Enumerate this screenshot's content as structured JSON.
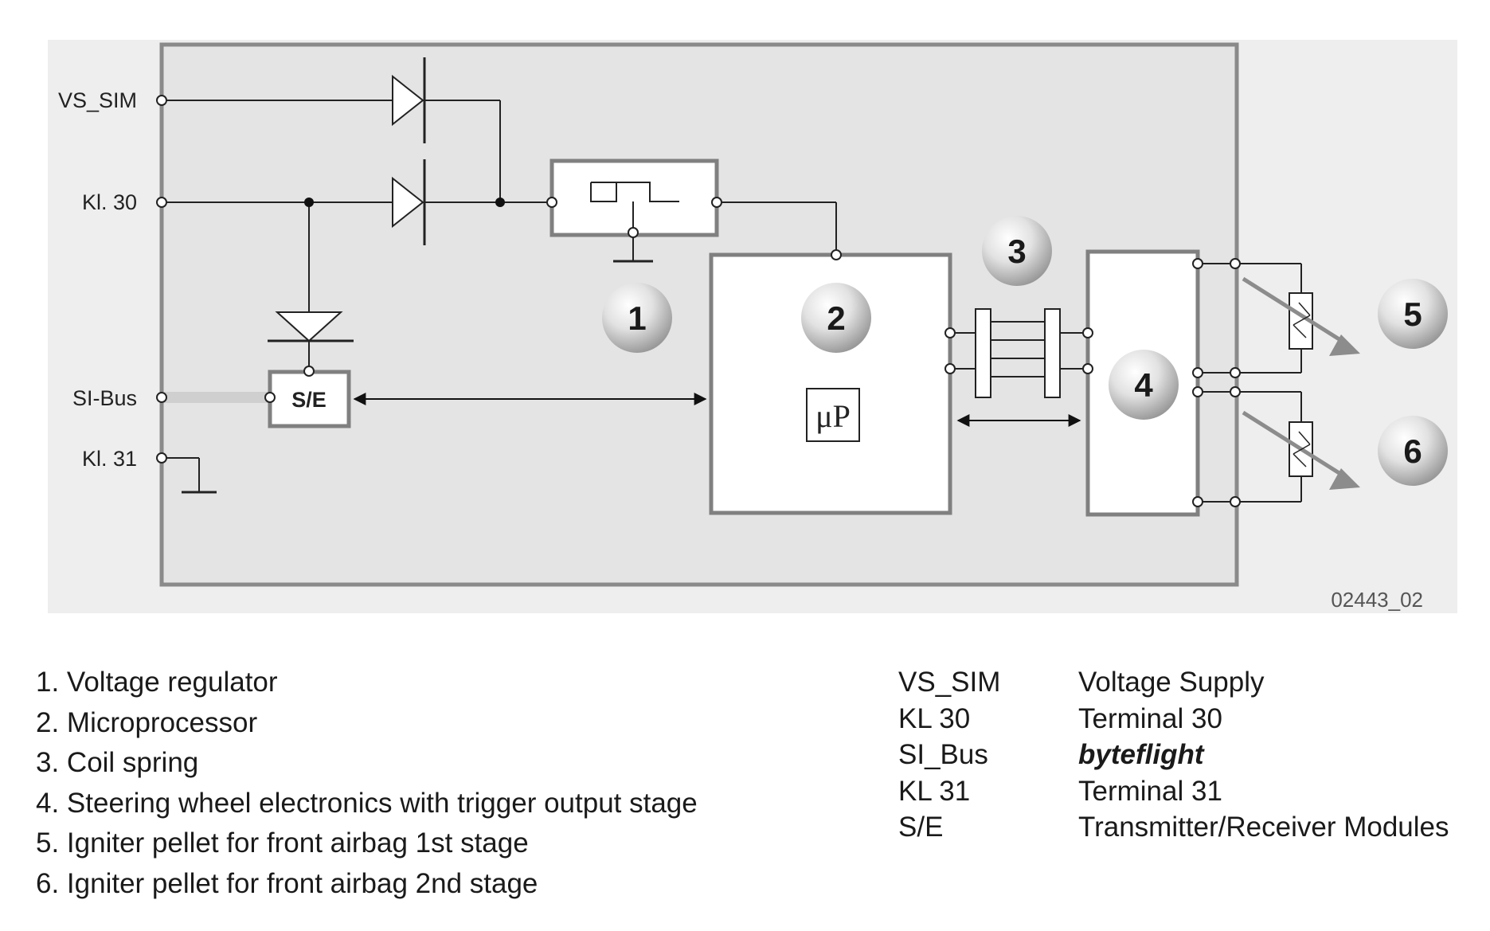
{
  "terminals": {
    "vs_sim": "VS_SIM",
    "kl30": "Kl. 30",
    "si_bus": "SI-Bus",
    "kl31": "Kl. 31"
  },
  "blocks": {
    "se_label": "S/E",
    "micro_label": "μP"
  },
  "callouts": [
    "1",
    "2",
    "3",
    "4",
    "5",
    "6"
  ],
  "figure_id": "02443_02",
  "legend_items": [
    "1. Voltage regulator",
    "2. Microprocessor",
    "3. Coil spring",
    "4. Steering wheel electronics with trigger output stage",
    "5. Igniter pellet for front airbag 1st stage",
    "6. Igniter pellet for front airbag 2nd stage"
  ],
  "abbreviations": [
    {
      "abbr": "VS_SIM",
      "def": "Voltage Supply"
    },
    {
      "abbr": "KL 30",
      "def": "Terminal 30"
    },
    {
      "abbr": "SI_Bus",
      "def": "byteflight"
    },
    {
      "abbr": "KL 31",
      "def": "Terminal 31"
    },
    {
      "abbr": "S/E",
      "def": "Transmitter/Receiver Modules"
    }
  ],
  "colors": {
    "panel_fill": "#e4e4e4",
    "panel_stroke": "#8a8a8a",
    "block_fill": "#ffffff",
    "block_stroke": "#808080",
    "wire": "#222222",
    "callout_fill": "#d6d6d6",
    "arrow_fill": "#8c8c8c"
  }
}
